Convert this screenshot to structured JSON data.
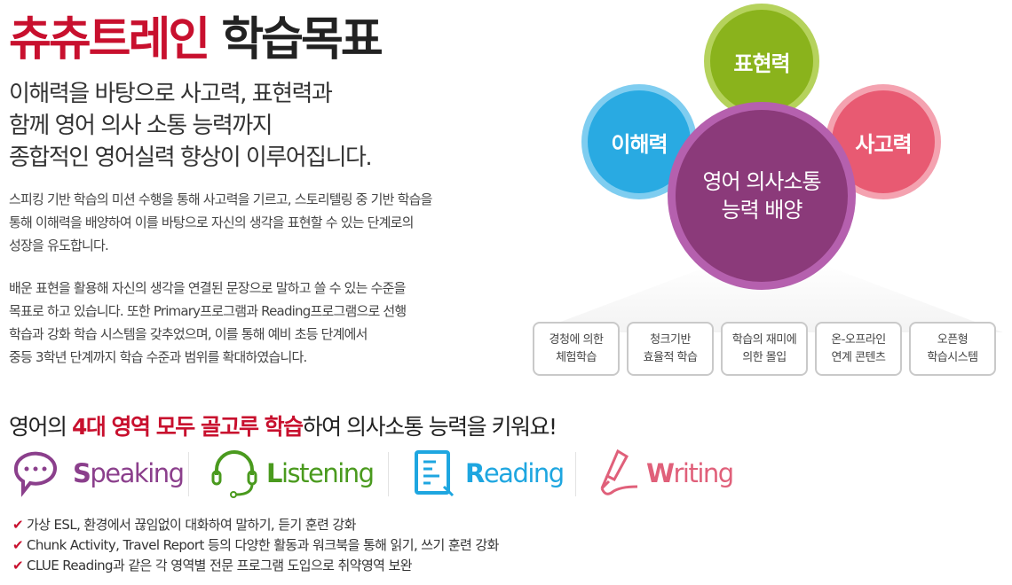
{
  "title": {
    "brand": "츄츄트레인",
    "rest": "학습목표"
  },
  "lead": [
    "이해력을 바탕으로 사고력, 표현력과",
    "함께 영어 의사 소통 능력까지",
    "종합적인 영어실력 향상이 이루어집니다."
  ],
  "para1": [
    "스피킹 기반 학습의 미션 수행을 통해 사고력을 기르고, 스토리텔링 중 기반 학습을",
    "통해 이해력을 배양하여 이를 바탕으로 자신의 생각을 표현할 수 있는 단계로의",
    "성장을 유도합니다."
  ],
  "para2": [
    "배운 표현을 활용해 자신의 생각을 연결된 문장으로 말하고 쓸 수 있는 수준을",
    "목표로 하고 있습니다. 또한 Primary프로그램과 Reading프로그램으로 선행",
    "학습과 강화 학습 시스템을 갖추었으며, 이를 통해 예비 초등 단계에서",
    "중등 3학년 단계까지 학습 수준과 범위를 확대하였습니다."
  ],
  "circles": {
    "top": "표현력",
    "left": "이해력",
    "right": "사고력",
    "center": [
      "영어 의사소통",
      "능력 배양"
    ]
  },
  "boxes": [
    [
      "경청에 의한",
      "체험학습"
    ],
    [
      "청크기반",
      "효율적 학습"
    ],
    [
      "학습의 재미에",
      "의한 몰입"
    ],
    [
      "온-오프라인",
      "연계 콘텐츠"
    ],
    [
      "오픈형",
      "학습시스템"
    ]
  ],
  "heading2": {
    "pre": "영어의 ",
    "highlight": "4대 영역 모두 골고루 학습",
    "post": "하여 의사소통 능력을 키워요!"
  },
  "skills": [
    {
      "initial": "S",
      "rest": "peaking",
      "color": "#8b3f8c"
    },
    {
      "initial": "L",
      "rest": "istening",
      "color": "#4a9a1e"
    },
    {
      "initial": "R",
      "rest": "eading",
      "color": "#1ea6e0"
    },
    {
      "initial": "W",
      "rest": "riting",
      "color": "#e0607a"
    }
  ],
  "checks": [
    "가상 ESL, 환경에서 끊임없이 대화하여 말하기, 듣기 훈련 강화",
    "Chunk Activity, Travel Report 등의 다양한 활동과 워크북을 통해 읽기, 쓰기 훈련 강화",
    "CLUE Reading과 같은 각 영역별 전문 프로그램 도입으로 취약영역 보완"
  ],
  "colors": {
    "accent": "#c8102e",
    "blue": "#29aae2",
    "green": "#8ab31c",
    "pink": "#e85a72",
    "purple": "#8b3a7a"
  }
}
